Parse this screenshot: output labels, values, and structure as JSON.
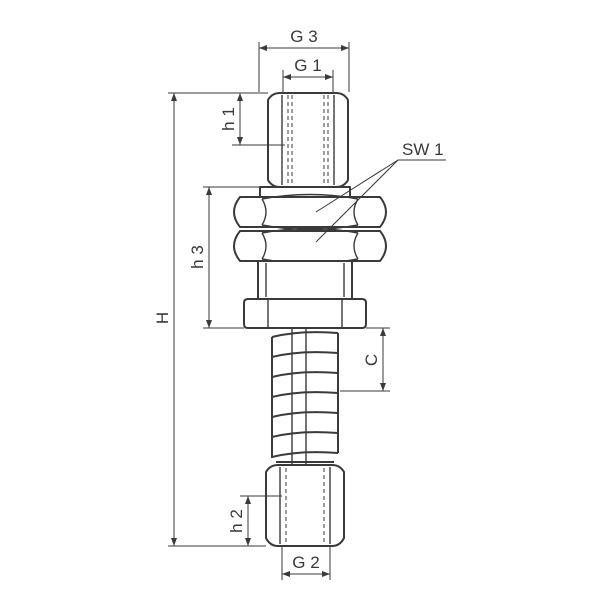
{
  "colors": {
    "line": "#3a3a3a",
    "background": "#ffffff"
  },
  "labels": {
    "g3": "G 3",
    "g1": "G 1",
    "g2": "G 2",
    "h1": "h 1",
    "h2": "h 2",
    "h3": "h 3",
    "h": "H",
    "c": "C",
    "sw1": "SW 1"
  }
}
